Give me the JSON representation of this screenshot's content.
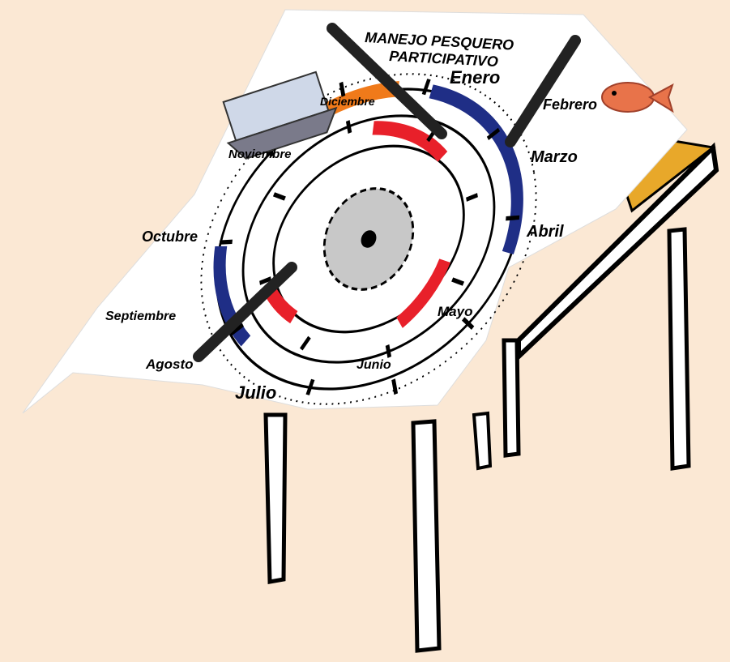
{
  "poster": {
    "title_line1": "MANEJO PESQUERO",
    "title_line2": "PARTICIPATIVO",
    "months": {
      "enero": "Enero",
      "febrero": "Febrero",
      "marzo": "Marzo",
      "abril": "Abril",
      "mayo": "Mayo",
      "junio": "Junio",
      "julio": "Julio",
      "agosto": "Agosto",
      "septiembre": "Septiembre",
      "octubre": "Octubre",
      "noviembre": "Noviembre",
      "diciembre": "Diciembre"
    }
  },
  "colors": {
    "background": "#fbe8d4",
    "table_top": "#e8a82a",
    "ring_orange": "#f07a1a",
    "ring_blue": "#1f2e86",
    "ring_red": "#e8202a",
    "hub_gray": "#c8c8c8",
    "fish": "#e8734a"
  },
  "icons": [
    "fish-icon",
    "boat-icon",
    "compass-wheel-icon",
    "marker-pen-icon"
  ]
}
